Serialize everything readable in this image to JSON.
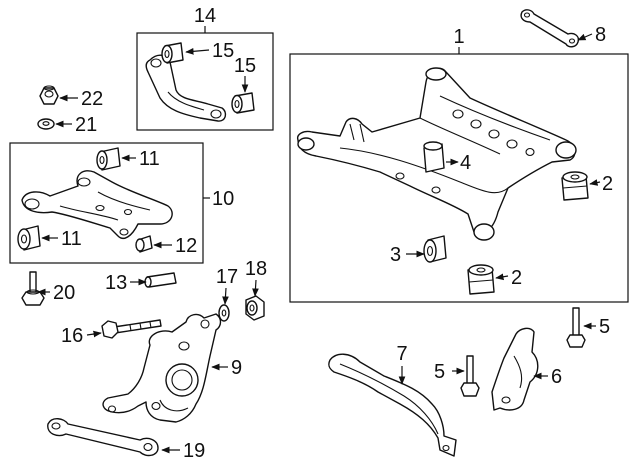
{
  "callouts": {
    "c1": "1",
    "c2a": "2",
    "c2b": "2",
    "c3": "3",
    "c4": "4",
    "c5a": "5",
    "c5b": "5",
    "c6": "6",
    "c7": "7",
    "c8": "8",
    "c9": "9",
    "c10": "10",
    "c11a": "11",
    "c11b": "11",
    "c12": "12",
    "c13": "13",
    "c14": "14",
    "c15a": "15",
    "c15b": "15",
    "c16": "16",
    "c17": "17",
    "c18": "18",
    "c19": "19",
    "c20": "20",
    "c21": "21",
    "c22": "22"
  }
}
